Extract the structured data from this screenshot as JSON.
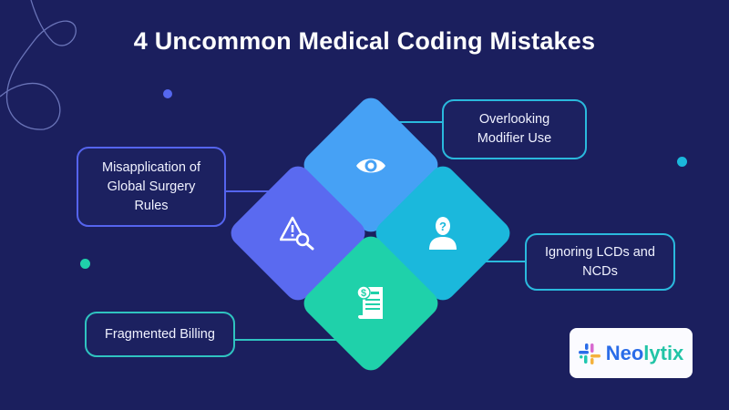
{
  "title": "4 Uncommon Medical Coding Mistakes",
  "colors": {
    "background": "#1b1f5e",
    "tile_top": "#46a1f5",
    "tile_left": "#5a6af0",
    "tile_right": "#1bb8dc",
    "tile_bottom": "#1fd1aa",
    "box_border_indigo": "#5564ee",
    "box_border_cyan": "#2ab9dd",
    "box_border_teal": "#2fc3c0"
  },
  "items": [
    {
      "label": "Overlooking Modifier Use",
      "icon": "eye-icon"
    },
    {
      "label": "Misapplication of Global Surgery Rules",
      "icon": "warning-magnifier-icon"
    },
    {
      "label": "Ignoring LCDs and NCDs",
      "icon": "person-question-icon"
    },
    {
      "label": "Fragmented Billing",
      "icon": "invoice-dollar-icon"
    }
  ],
  "logo": {
    "part1": "Neo",
    "part2": "lytix"
  }
}
